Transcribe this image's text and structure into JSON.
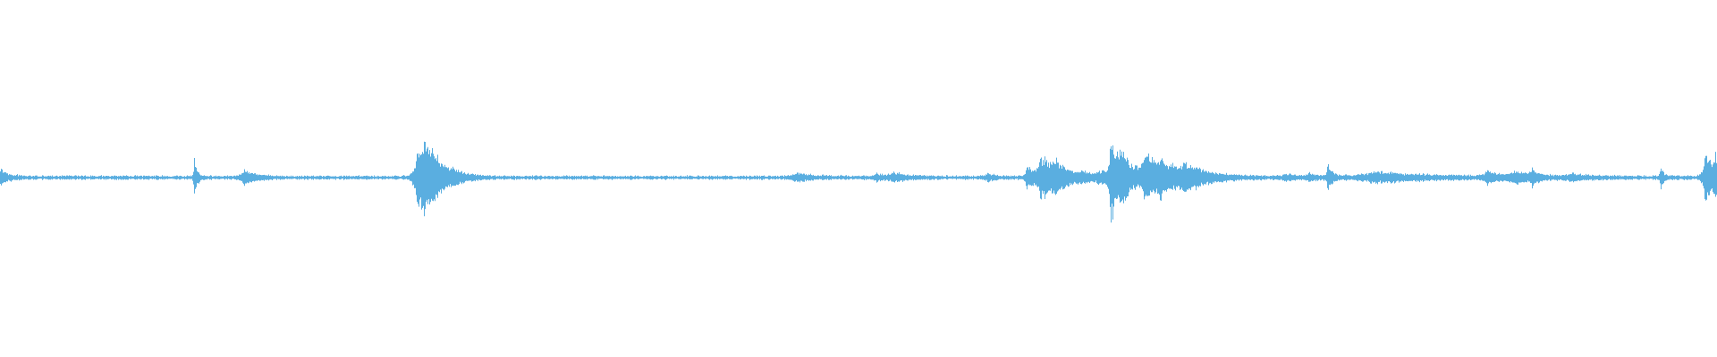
{
  "waveform": {
    "color": "#5aaee0",
    "baseline_noise": 0.006,
    "bursts": [
      {
        "at": 0.0,
        "amp": 0.02,
        "spread": 0.002
      },
      {
        "at": 0.113,
        "amp": 0.045,
        "spread": 0.0008
      },
      {
        "at": 0.142,
        "amp": 0.02,
        "spread": 0.0025
      },
      {
        "at": 0.243,
        "amp": 0.08,
        "spread": 0.003
      },
      {
        "at": 0.247,
        "amp": 0.07,
        "spread": 0.0025
      },
      {
        "at": 0.252,
        "amp": 0.03,
        "spread": 0.0035
      },
      {
        "at": 0.263,
        "amp": 0.01,
        "spread": 0.003
      },
      {
        "at": 0.463,
        "amp": 0.01,
        "spread": 0.004
      },
      {
        "at": 0.51,
        "amp": 0.008,
        "spread": 0.004
      },
      {
        "at": 0.52,
        "amp": 0.01,
        "spread": 0.003
      },
      {
        "at": 0.575,
        "amp": 0.008,
        "spread": 0.002
      },
      {
        "at": 0.598,
        "amp": 0.035,
        "spread": 0.0012
      },
      {
        "at": 0.606,
        "amp": 0.065,
        "spread": 0.0035
      },
      {
        "at": 0.614,
        "amp": 0.03,
        "spread": 0.003
      },
      {
        "at": 0.63,
        "amp": 0.01,
        "spread": 0.003
      },
      {
        "at": 0.64,
        "amp": 0.012,
        "spread": 0.003
      },
      {
        "at": 0.647,
        "amp": 0.11,
        "spread": 0.0018
      },
      {
        "at": 0.653,
        "amp": 0.05,
        "spread": 0.004
      },
      {
        "at": 0.667,
        "amp": 0.055,
        "spread": 0.003
      },
      {
        "at": 0.676,
        "amp": 0.035,
        "spread": 0.006
      },
      {
        "at": 0.69,
        "amp": 0.025,
        "spread": 0.005
      },
      {
        "at": 0.748,
        "amp": 0.008,
        "spread": 0.002
      },
      {
        "at": 0.762,
        "amp": 0.01,
        "spread": 0.002
      },
      {
        "at": 0.773,
        "amp": 0.045,
        "spread": 0.0008
      },
      {
        "at": 0.8,
        "amp": 0.014,
        "spread": 0.012
      },
      {
        "at": 0.866,
        "amp": 0.015,
        "spread": 0.003
      },
      {
        "at": 0.882,
        "amp": 0.014,
        "spread": 0.005
      },
      {
        "at": 0.892,
        "amp": 0.02,
        "spread": 0.001
      },
      {
        "at": 0.915,
        "amp": 0.008,
        "spread": 0.004
      },
      {
        "at": 0.967,
        "amp": 0.03,
        "spread": 0.0008
      },
      {
        "at": 0.993,
        "amp": 0.07,
        "spread": 0.002
      },
      {
        "at": 0.999,
        "amp": 0.04,
        "spread": 0.003
      }
    ]
  }
}
